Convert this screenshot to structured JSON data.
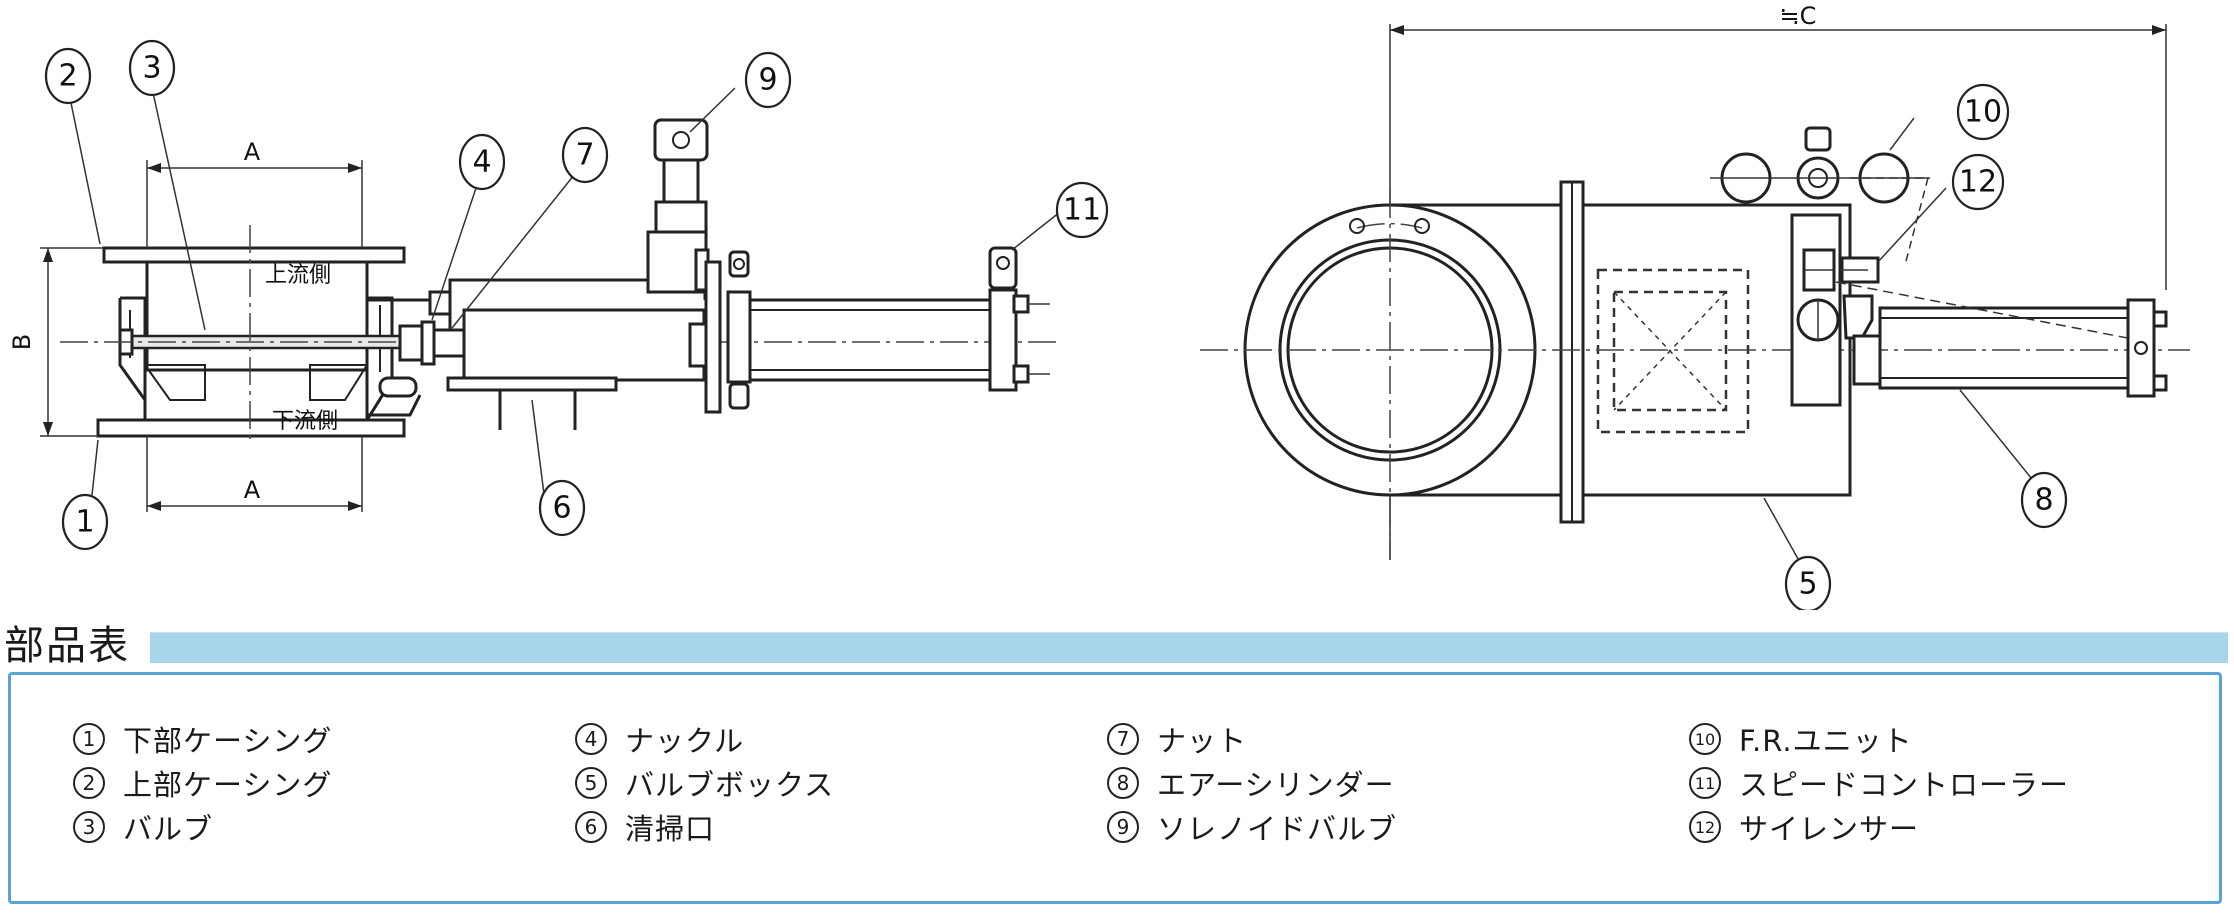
{
  "callouts": [
    "1",
    "2",
    "3",
    "4",
    "5",
    "6",
    "7",
    "8",
    "9",
    "10",
    "11",
    "12"
  ],
  "dimensions": {
    "a": "A",
    "b": "B",
    "c": "≒C"
  },
  "zones": {
    "upstream": "上流側",
    "downstream": "下流側"
  },
  "parts_table": {
    "title": "部品表",
    "items": [
      {
        "no": "1",
        "name": "下部ケーシング"
      },
      {
        "no": "2",
        "name": "上部ケーシング"
      },
      {
        "no": "3",
        "name": "バルブ"
      },
      {
        "no": "4",
        "name": "ナックル"
      },
      {
        "no": "5",
        "name": "バルブボックス"
      },
      {
        "no": "6",
        "name": "清掃口"
      },
      {
        "no": "7",
        "name": "ナット"
      },
      {
        "no": "8",
        "name": "エアーシリンダー"
      },
      {
        "no": "9",
        "name": "ソレノイドバルブ"
      },
      {
        "no": "10",
        "name": "F.R.ユニット"
      },
      {
        "no": "11",
        "name": "スピードコントローラー"
      },
      {
        "no": "12",
        "name": "サイレンサー"
      }
    ]
  },
  "colors": {
    "accent_bar": "#a8d4ec",
    "frame": "#5aa4d4",
    "line": "#222222"
  }
}
